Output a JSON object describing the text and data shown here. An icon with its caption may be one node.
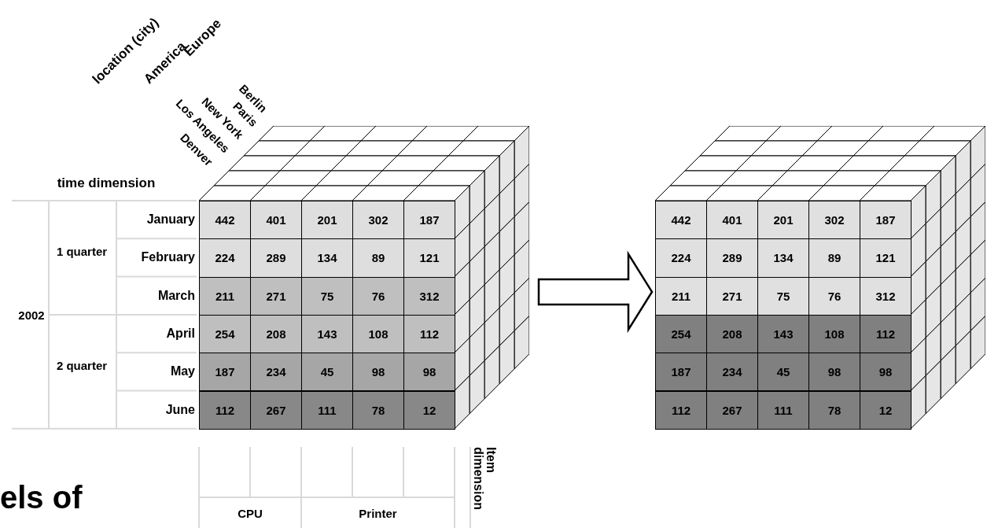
{
  "diagram": {
    "nodes": [
      {
        "text": [],
        "shape": "cube"
      },
      {
        "text": [],
        "shape": "cube"
      }
    ],
    "edges": [
      {
        "from": 0,
        "to": 1,
        "arrow": "to"
      }
    ],
    "labels": [
      "location (city)",
      "America",
      "Europe",
      "Berlin",
      "Paris",
      "New York",
      "Los Angeles",
      "Denver",
      "time dimension",
      "2002",
      "1 quarter",
      "2 quarter",
      "January",
      "February",
      "March",
      "April",
      "May",
      "June",
      "442",
      "401",
      "201",
      "302",
      "187",
      "224",
      "289",
      "134",
      "89",
      "121",
      "211",
      "271",
      "75",
      "76",
      "312",
      "254",
      "208",
      "143",
      "108",
      "112",
      "187",
      "234",
      "45",
      "98",
      "98",
      "112",
      "267",
      "111",
      "78",
      "12",
      "442",
      "401",
      "201",
      "302",
      "187",
      "224",
      "289",
      "134",
      "89",
      "121",
      "211",
      "271",
      "75",
      "76",
      "312",
      "254",
      "208",
      "143",
      "108",
      "112",
      "187",
      "234",
      "45",
      "98",
      "98",
      "112",
      "267",
      "111",
      "78",
      "12",
      "CPU",
      "Printer",
      "Item dimension",
      "els of"
    ]
  }
}
